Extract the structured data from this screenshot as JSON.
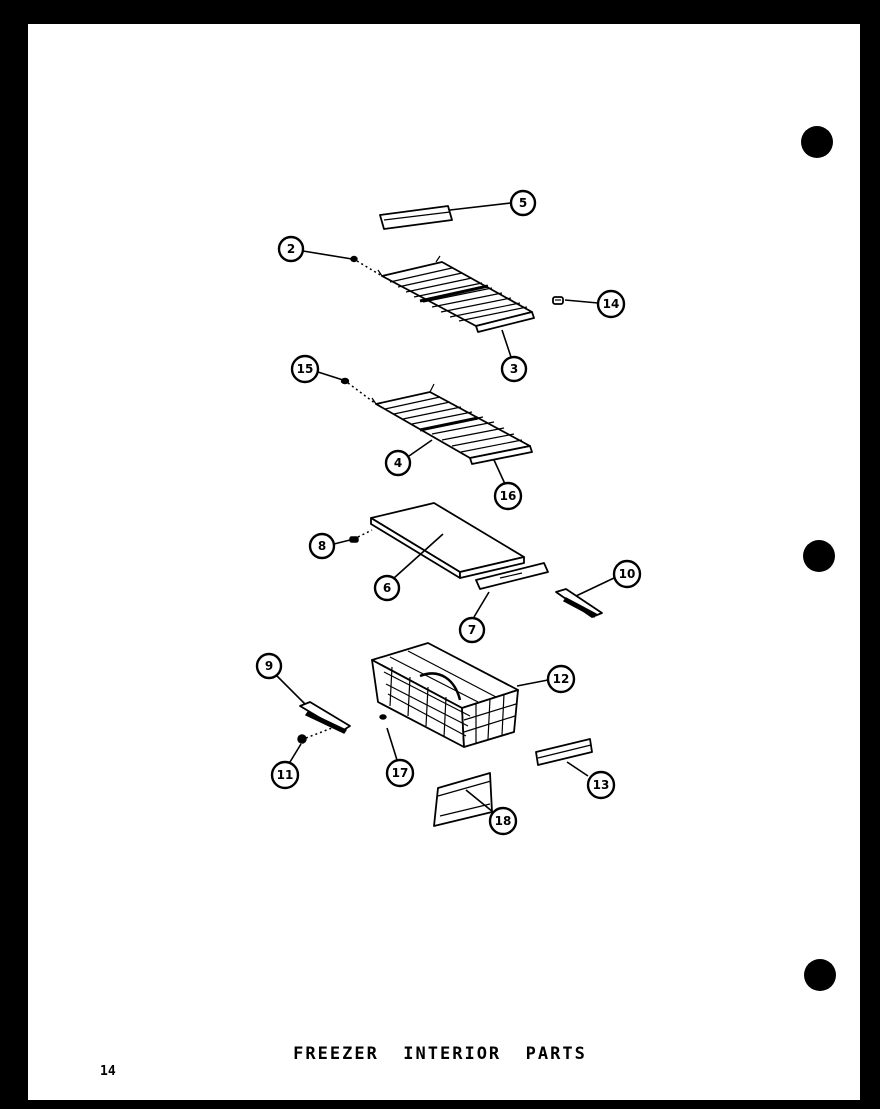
{
  "title": "FREEZER  INTERIOR  PARTS",
  "page_number": "14",
  "callouts": [
    "5",
    "2",
    "14",
    "3",
    "15",
    "4",
    "16",
    "8",
    "6",
    "10",
    "7",
    "9",
    "12",
    "11",
    "17",
    "13",
    "18"
  ]
}
